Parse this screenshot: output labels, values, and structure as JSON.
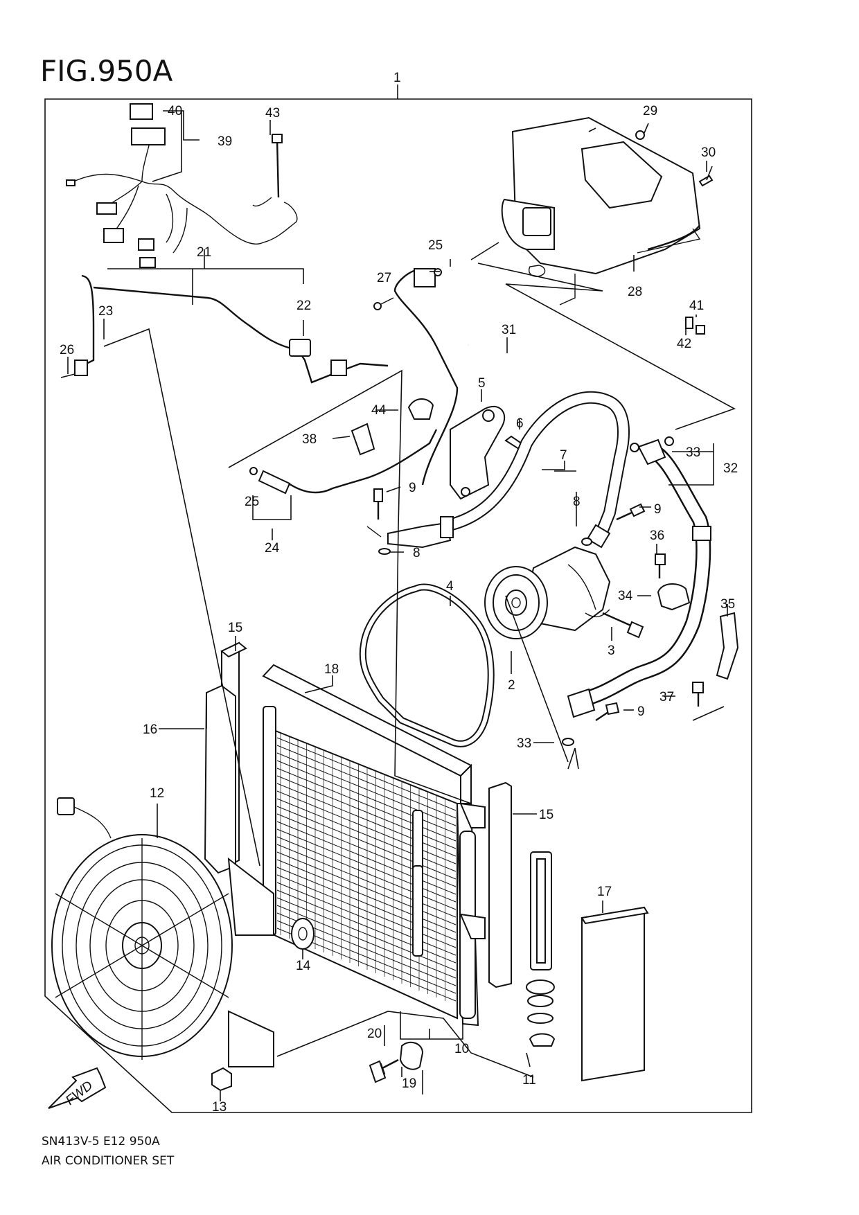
{
  "figure": {
    "title": "FIG.950A",
    "code": "SN413V-5 E12 950A",
    "name": "AIR CONDITIONER SET",
    "fwd_label": "FWD"
  },
  "callouts": {
    "c1": "1",
    "c2": "2",
    "c3": "3",
    "c4": "4",
    "c5": "5",
    "c6": "6",
    "c7": "7",
    "c8a": "8",
    "c8b": "8",
    "c9a": "9",
    "c9b": "9",
    "c9c": "9",
    "c10": "10",
    "c11": "11",
    "c12": "12",
    "c13": "13",
    "c14": "14",
    "c15a": "15",
    "c15b": "15",
    "c16": "16",
    "c17": "17",
    "c18": "18",
    "c19": "19",
    "c20": "20",
    "c21": "21",
    "c22": "22",
    "c23": "23",
    "c24": "24",
    "c25a": "25",
    "c25b": "25",
    "c26": "26",
    "c27": "27",
    "c28": "28",
    "c29": "29",
    "c30": "30",
    "c31": "31",
    "c32": "32",
    "c33a": "33",
    "c33b": "33",
    "c34": "34",
    "c35": "35",
    "c36": "36",
    "c37": "37",
    "c38": "38",
    "c39": "39",
    "c40": "40",
    "c41": "41",
    "c42": "42",
    "c43": "43",
    "c44": "44"
  },
  "icons": [
    "fwd-arrow-icon"
  ]
}
